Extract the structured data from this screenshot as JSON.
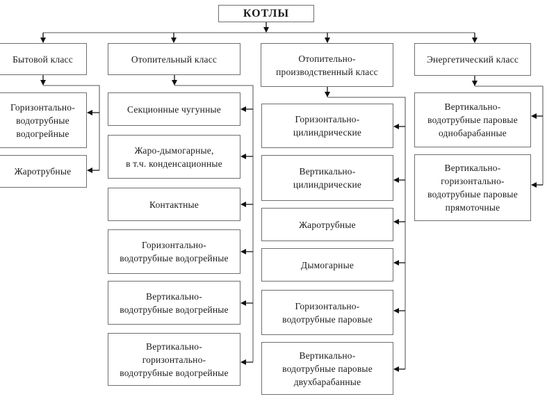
{
  "root": {
    "label": "КОТЛЫ"
  },
  "classes": [
    {
      "label": "Бытовой класс",
      "children": [
        "Горизонтально-\nводотрубные\nводогрейные",
        "Жаротрубные"
      ]
    },
    {
      "label": "Отопительный класс",
      "children": [
        "Секционные чугунные",
        "Жаро-дымогарные,\nв т.ч. конденсационные",
        "Контактные",
        "Горизонтально-\nводотрубные водогрейные",
        "Вертикально-\nводотрубные водогрейные",
        "Вертикально-\nгоризонтально-\nводотрубные водогрейные"
      ]
    },
    {
      "label": "Отопительно-\nпроизводственный класс",
      "children": [
        "Горизонтально-\nцилиндрические",
        "Вертикально-\nцилиндрические",
        "Жаротрубные",
        "Дымогарные",
        "Горизонтально-\nводотрубные паровые",
        "Вертикально-\nводотрубные паровые\nдвухбарабанные"
      ]
    },
    {
      "label": "Энергетический класс",
      "children": [
        "Вертикально-\nводотрубные паровые\nоднобарабанные",
        "Вертикально-\nгоризонтально-\nводотрубные паровые\nпрямоточные"
      ]
    }
  ]
}
